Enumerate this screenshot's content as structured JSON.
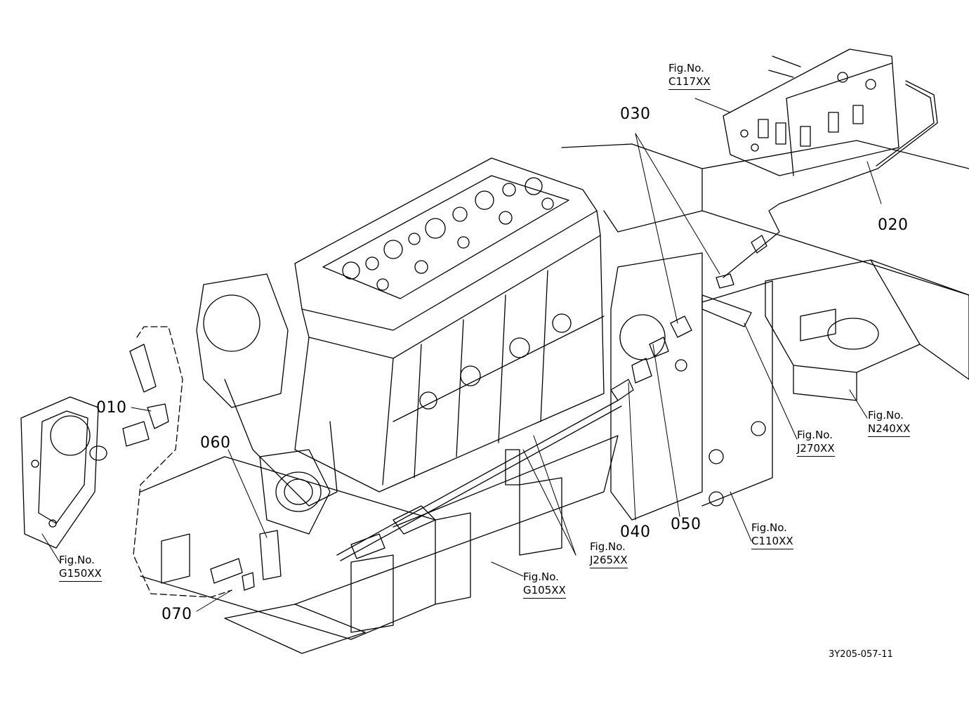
{
  "diagram": {
    "part_numbers": [
      "010",
      "020",
      "030",
      "040",
      "050",
      "060",
      "070"
    ],
    "figure_refs": [
      {
        "label": "Fig.No.",
        "code": "C117XX"
      },
      {
        "label": "Fig.No.",
        "code": "N240XX"
      },
      {
        "label": "Fig.No.",
        "code": "J270XX"
      },
      {
        "label": "Fig.No.",
        "code": "C110XX"
      },
      {
        "label": "Fig.No.",
        "code": "J265XX"
      },
      {
        "label": "Fig.No.",
        "code": "G105XX"
      },
      {
        "label": "Fig.No.",
        "code": "G150XX"
      }
    ],
    "drawing_code": "3Y205-057-11"
  }
}
